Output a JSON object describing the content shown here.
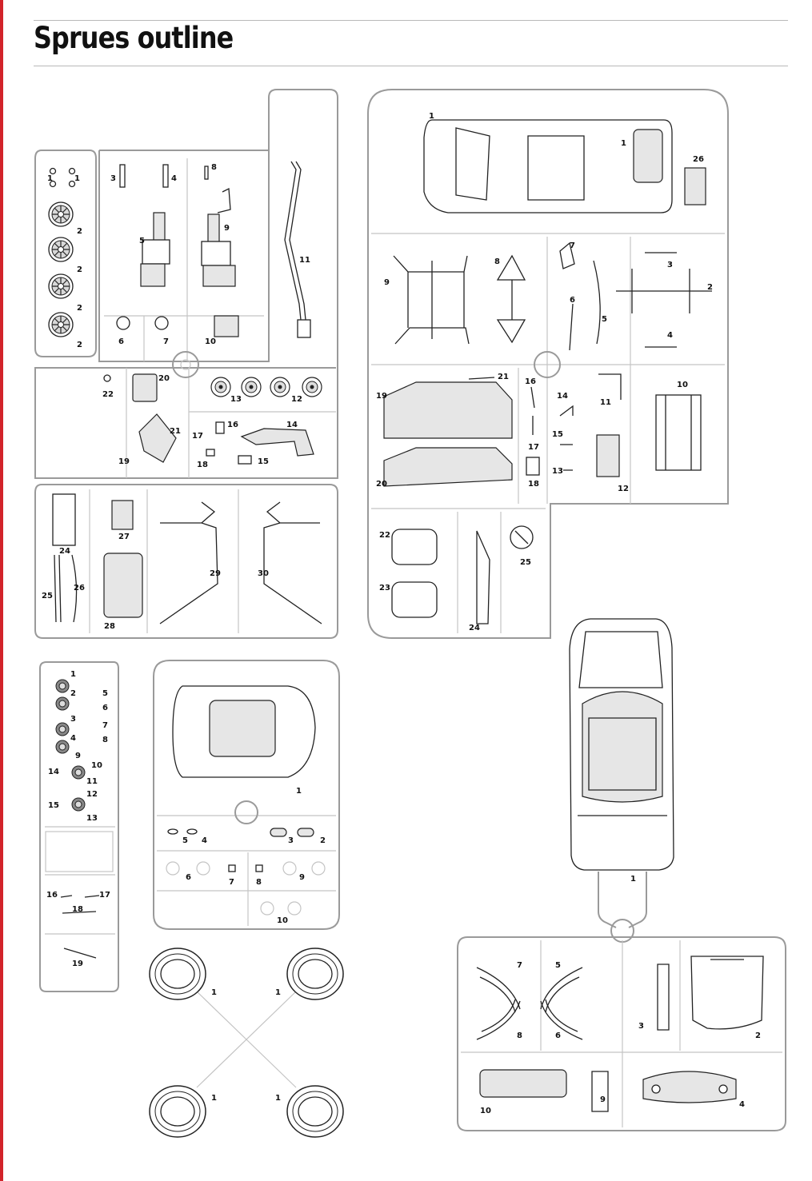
{
  "page": {
    "title": "Sprues outline",
    "accent_color": "#d2232a"
  },
  "diagram": {
    "sprues": [
      {
        "id": "sprue-engine-parts",
        "labels": [
          "1",
          "1",
          "2",
          "2",
          "2",
          "2",
          "3",
          "4",
          "8",
          "5",
          "9",
          "6",
          "7",
          "10",
          "11",
          "20",
          "22",
          "21",
          "19",
          "13",
          "12",
          "16",
          "17",
          "18",
          "14",
          "15",
          "24",
          "27",
          "25",
          "26",
          "28",
          "29",
          "30"
        ]
      },
      {
        "id": "sprue-chassis",
        "labels": [
          "1",
          "1",
          "26",
          "9",
          "8",
          "7",
          "6",
          "5",
          "3",
          "2",
          "4",
          "19",
          "20",
          "21",
          "16",
          "17",
          "18",
          "14",
          "11",
          "15",
          "13",
          "12",
          "10",
          "22",
          "23",
          "24",
          "25"
        ]
      },
      {
        "id": "sprue-clear-small",
        "labels": [
          "1",
          "2",
          "5",
          "6",
          "3",
          "4",
          "7",
          "8",
          "9",
          "10",
          "14",
          "11",
          "12",
          "15",
          "13",
          "16",
          "17",
          "18",
          "19"
        ]
      },
      {
        "id": "sprue-clear-windows",
        "labels": [
          "1",
          "5",
          "4",
          "3",
          "2",
          "6",
          "7",
          "8",
          "9",
          "10"
        ]
      },
      {
        "id": "sprue-tyres",
        "labels": [
          "1",
          "1",
          "1",
          "1"
        ]
      },
      {
        "id": "sprue-body",
        "labels": [
          "1",
          "7",
          "5",
          "8",
          "6",
          "3",
          "2",
          "10",
          "9",
          "4"
        ]
      }
    ]
  }
}
